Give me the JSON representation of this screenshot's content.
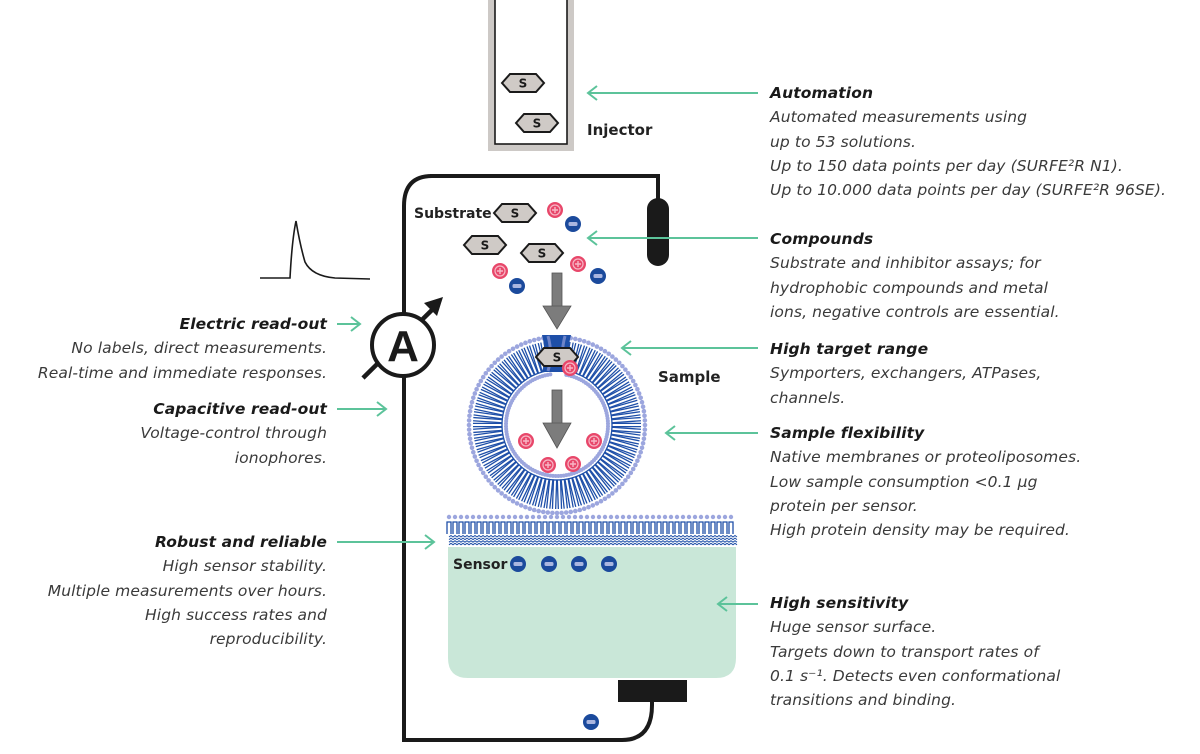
{
  "colors": {
    "arrow_green": "#5cc39a",
    "outline": "#1a1a1a",
    "injector_gray": "#cdc9c6",
    "substrate_fill": "#cfcac6",
    "cation_pink": "#e8476a",
    "anion_blue": "#1b4a9c",
    "membrane_blue": "#1e4fa8",
    "headgroup_lavender": "#9ca6de",
    "sensor_green": "#c9e7d8",
    "flow_arrow_gray": "#7c7c7c"
  },
  "diagram_labels": {
    "injector": "Injector",
    "substrate": "Substrate",
    "sample": "Sample",
    "sensor": "Sensor",
    "ammeter": "A",
    "substrate_symbol": "S"
  },
  "callouts": {
    "automation": {
      "title": "Automation",
      "lines": [
        "Automated measurements using",
        "up to 53 solutions.",
        "Up to 150 data points per day (SURFE²R N1).",
        "Up to 10.000 data points per day (SURFE²R 96SE)."
      ]
    },
    "compounds": {
      "title": "Compounds",
      "lines": [
        "Substrate and inhibitor assays; for",
        "hydrophobic compounds and metal",
        "ions, negative controls are essential."
      ]
    },
    "high_target_range": {
      "title": "High target range",
      "lines": [
        "Symporters, exchangers, ATPases,",
        "channels."
      ]
    },
    "sample_flexibility": {
      "title": "Sample flexibility",
      "lines": [
        "Native membranes or proteoliposomes.",
        "Low sample consumption <0.1 µg",
        "protein per sensor.",
        "High protein density may be required."
      ]
    },
    "high_sensitivity": {
      "title": "High sensitivity",
      "lines": [
        "Huge sensor surface.",
        "Targets down to transport rates of",
        "0.1 s⁻¹. Detects even conformational",
        "transitions and binding."
      ]
    },
    "electric_readout": {
      "title": "Electric read-out",
      "lines": [
        "No labels, direct measurements.",
        "Real-time and immediate responses."
      ]
    },
    "capacitive_readout": {
      "title": "Capacitive read-out",
      "lines": [
        "Voltage-control through",
        "ionophores."
      ]
    },
    "robust_reliable": {
      "title": "Robust and reliable",
      "lines": [
        "High sensor stability.",
        "Multiple measurements over hours.",
        "High success rates and",
        "reproducibility."
      ]
    }
  }
}
